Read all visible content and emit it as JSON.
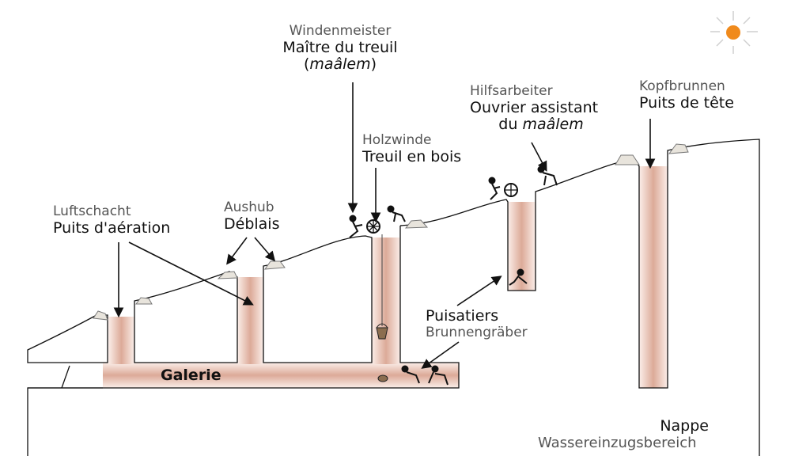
{
  "labels": {
    "luftschacht": {
      "de": "Luftschacht",
      "fr": "Puits d'aération"
    },
    "aushub": {
      "de": "Aushub",
      "fr": "Déblais"
    },
    "windenmeister": {
      "de": "Windenmeister",
      "fr": "Maître du treuil",
      "fr2_pre": "(",
      "fr2_em": "maâlem",
      "fr2_post": ")"
    },
    "holzwinde": {
      "de": "Holzwinde",
      "fr": "Treuil en bois"
    },
    "hilfsarbeiter": {
      "de": "Hilfsarbeiter",
      "fr": "Ouvrier assistant",
      "fr2_pre": "du ",
      "fr2_em": "maâlem"
    },
    "kopfbrunnen": {
      "de": "Kopfbrunnen",
      "fr": "Puits de tête"
    },
    "puisatiers": {
      "fr": "Puisatiers",
      "de": "Brunnengräber"
    },
    "galerie": "Galerie",
    "nappe": {
      "fr": "Nappe",
      "de": "Wassereinzugsbereich"
    }
  },
  "colors": {
    "shaft": "#e7c3b6",
    "shaft_edge": "#f6e4dd",
    "outline": "#111111",
    "sun": "#f08a1c",
    "rock": "#e8e4dc"
  },
  "icons": [
    "sun-icon",
    "worker-icon",
    "winch-wheel-icon",
    "bucket-icon"
  ]
}
